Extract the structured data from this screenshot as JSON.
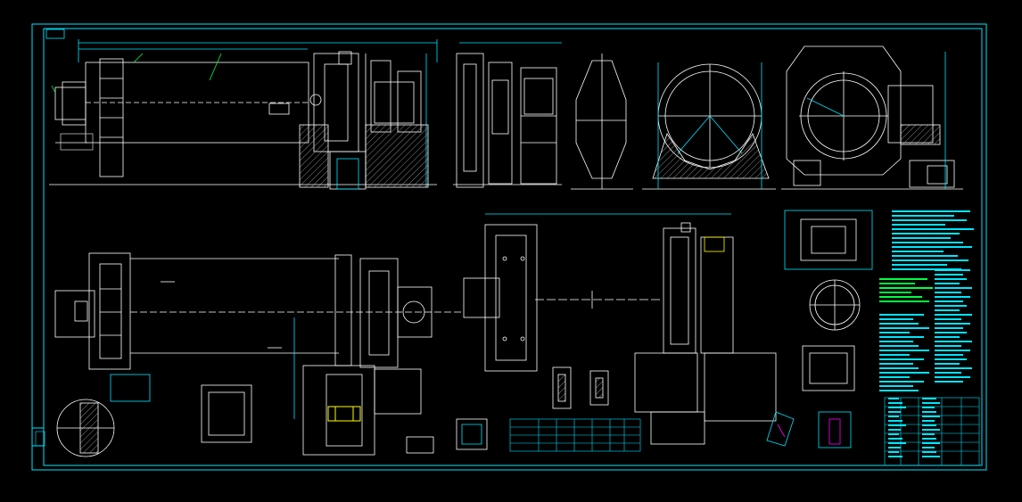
{
  "drawing": {
    "background_color": "#000000",
    "frame_color": "#00ffff",
    "line_white": "#ffffff",
    "line_cyan": "#00e5ff",
    "hatch_color": "#c0c0c0",
    "note_green": "#00ff40",
    "highlight_yellow": "#ffff00",
    "highlight_magenta": "#ff00ff",
    "views": [
      "front-elevation",
      "end-view-feed",
      "end-view-discharge",
      "plan-view",
      "foundation-plan",
      "detail-views",
      "technical-notes",
      "title-block"
    ]
  }
}
